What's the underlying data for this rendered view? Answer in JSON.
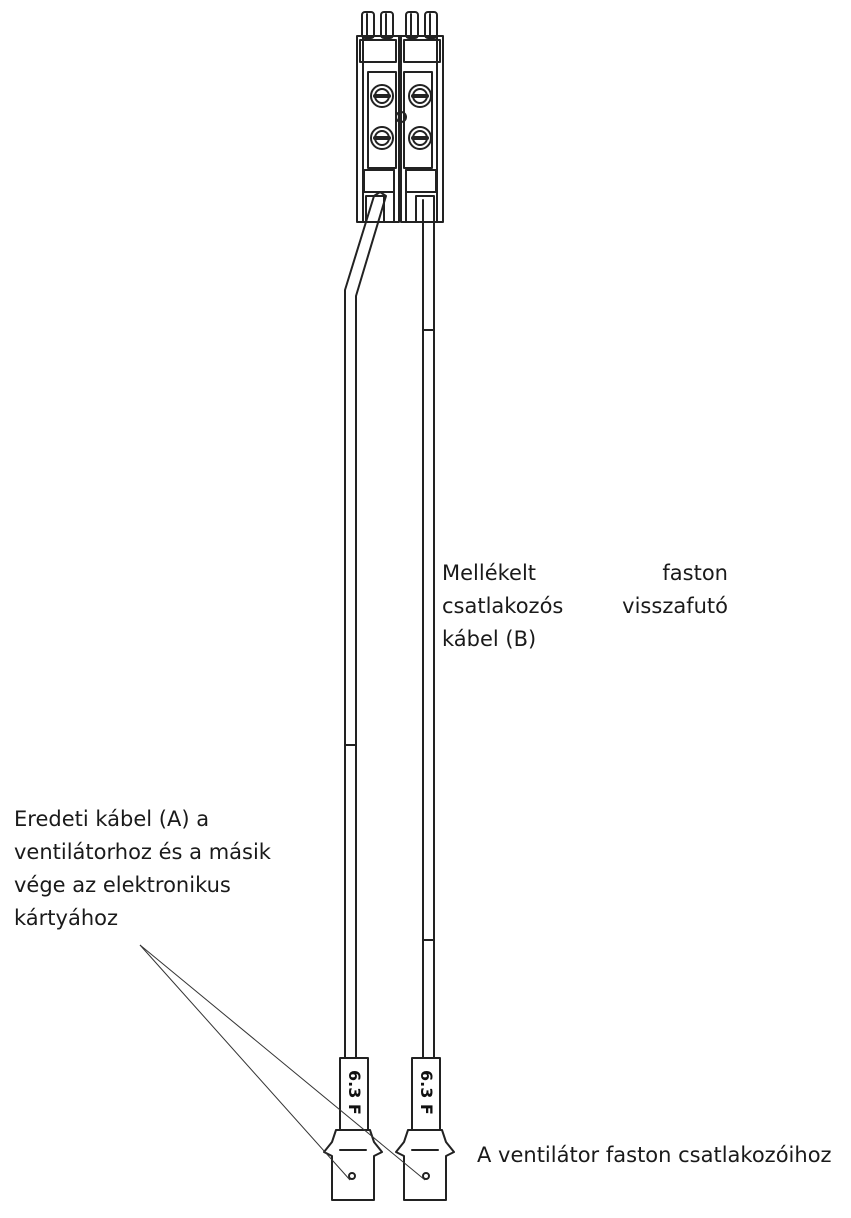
{
  "labels": {
    "cable_b": {
      "row1_left": "Mellékelt",
      "row1_right": "faston",
      "row2_left": "csatlakozós",
      "row2_right": "visszafutó",
      "row3": "kábel (B)"
    },
    "cable_a": {
      "line1": "Eredeti kábel (A) a",
      "line2": "ventilátorhoz és a másik",
      "line3": "vége az elektronikus",
      "line4": "kártyához"
    },
    "connectors": "A ventilátor faston csatlakozóihoz"
  },
  "tags": {
    "left": "6.3 F",
    "right": "6.3 F"
  }
}
